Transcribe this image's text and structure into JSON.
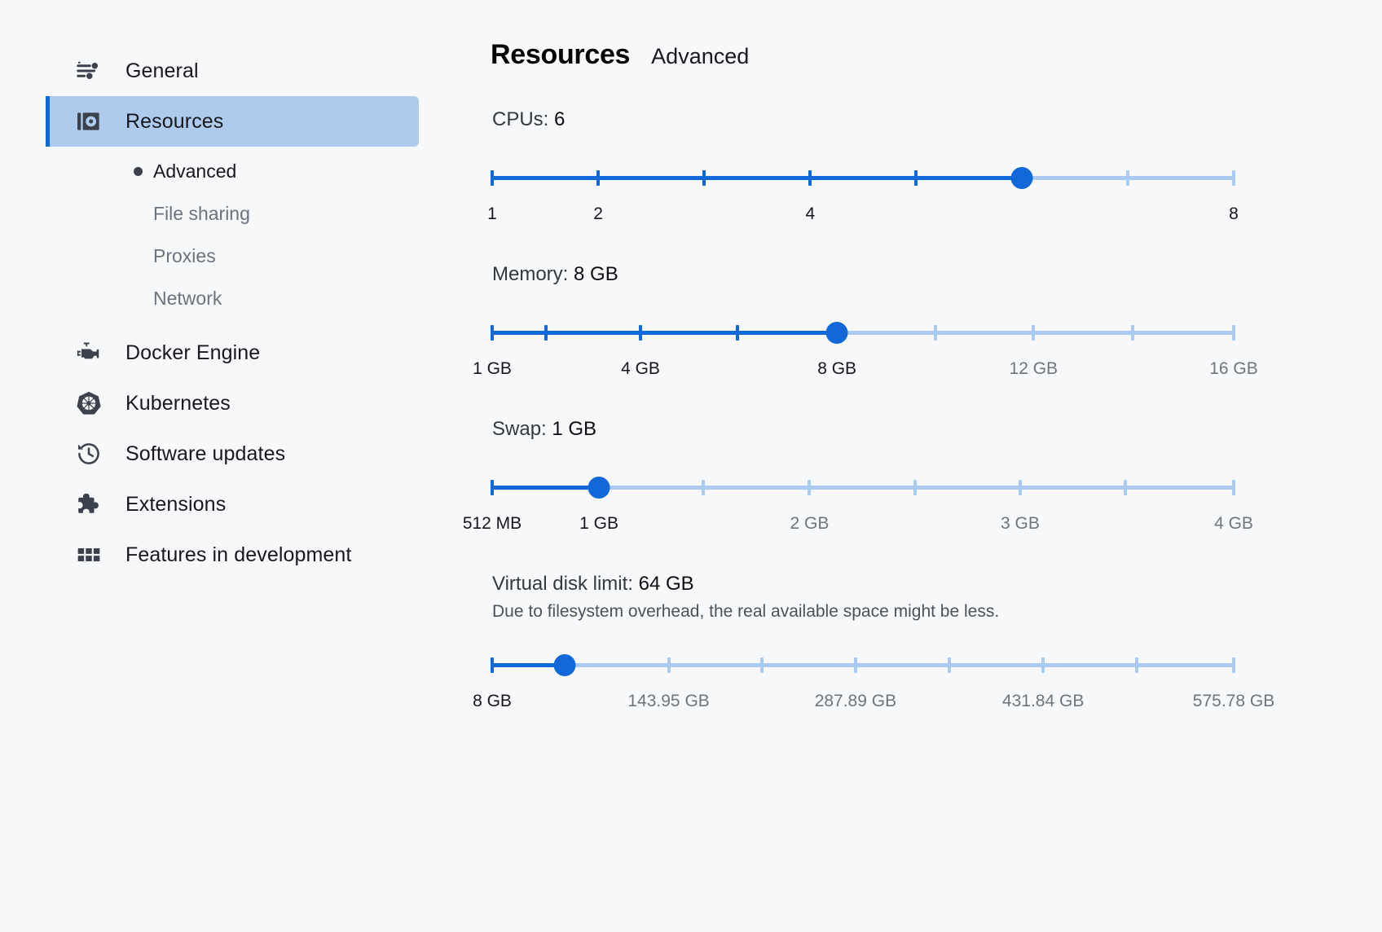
{
  "sidebar": {
    "items": [
      {
        "label": "General",
        "icon": "sliders-icon",
        "selected": false
      },
      {
        "label": "Resources",
        "icon": "resources-icon",
        "selected": true
      },
      {
        "label": "Docker Engine",
        "icon": "engine-icon",
        "selected": false
      },
      {
        "label": "Kubernetes",
        "icon": "kubernetes-icon",
        "selected": false
      },
      {
        "label": "Software updates",
        "icon": "history-clock-icon",
        "selected": false
      },
      {
        "label": "Extensions",
        "icon": "puzzle-piece-icon",
        "selected": false
      },
      {
        "label": "Features in development",
        "icon": "grid-icon",
        "selected": false
      }
    ],
    "subitems": [
      {
        "label": "Advanced",
        "active": true
      },
      {
        "label": "File sharing",
        "active": false
      },
      {
        "label": "Proxies",
        "active": false
      },
      {
        "label": "Network",
        "active": false
      }
    ]
  },
  "header": {
    "title": "Resources",
    "subtitle": "Advanced"
  },
  "colors": {
    "accent": "#1168d9",
    "track_inactive": "#a9cbf2",
    "selected_row": "#aecbee"
  },
  "sliders": [
    {
      "id": "cpus",
      "caption_label": "CPUs:",
      "caption_value": "6",
      "value": 6,
      "min": 1,
      "max": 8,
      "fill_percent": 71.4,
      "tick_percents": [
        0,
        14.3,
        28.6,
        42.9,
        57.1,
        71.4,
        85.7,
        100
      ],
      "labels": [
        {
          "text": "1",
          "percent": 0,
          "dim": false
        },
        {
          "text": "2",
          "percent": 14.3,
          "dim": false
        },
        {
          "text": "4",
          "percent": 42.9,
          "dim": false
        },
        {
          "text": "8",
          "percent": 100,
          "dim": false
        }
      ]
    },
    {
      "id": "memory",
      "caption_label": "Memory:",
      "caption_value": "8 GB",
      "value": 8,
      "min": 1,
      "max": 16,
      "unit": "GB",
      "fill_percent": 46.5,
      "tick_percents": [
        0,
        7.2,
        20.0,
        33.1,
        46.5,
        59.8,
        73.0,
        86.4,
        100
      ],
      "labels": [
        {
          "text": "1 GB",
          "percent": 0,
          "dim": false
        },
        {
          "text": "4 GB",
          "percent": 20.0,
          "dim": false
        },
        {
          "text": "8 GB",
          "percent": 46.5,
          "dim": false
        },
        {
          "text": "12 GB",
          "percent": 73.0,
          "dim": true
        },
        {
          "text": "16 GB",
          "percent": 100,
          "dim": true
        }
      ]
    },
    {
      "id": "swap",
      "caption_label": "Swap:",
      "caption_value": "1 GB",
      "value": 1,
      "min": 0.5,
      "max": 4,
      "unit": "GB",
      "fill_percent": 14.4,
      "tick_percents": [
        0,
        14.4,
        28.5,
        42.8,
        57.0,
        71.2,
        85.4,
        100
      ],
      "labels": [
        {
          "text": "512 MB",
          "percent": 0,
          "dim": false
        },
        {
          "text": "1 GB",
          "percent": 14.4,
          "dim": false
        },
        {
          "text": "2 GB",
          "percent": 42.8,
          "dim": true
        },
        {
          "text": "3 GB",
          "percent": 71.2,
          "dim": true
        },
        {
          "text": "4 GB",
          "percent": 100,
          "dim": true
        }
      ]
    },
    {
      "id": "virtual-disk-limit",
      "caption_label": "Virtual disk limit:",
      "caption_value": "64 GB",
      "description": "Due to filesystem overhead, the real available space might be less.",
      "value": 64,
      "min": 8,
      "max": 647.73,
      "unit": "GB",
      "fill_percent": 9.8,
      "tick_percents": [
        0,
        9.8,
        23.8,
        36.4,
        49.0,
        61.6,
        74.3,
        86.9,
        100
      ],
      "labels": [
        {
          "text": "8 GB",
          "percent": 0,
          "dim": false
        },
        {
          "text": "143.95 GB",
          "percent": 23.8,
          "dim": true
        },
        {
          "text": "287.89 GB",
          "percent": 49.0,
          "dim": true
        },
        {
          "text": "431.84 GB",
          "percent": 74.3,
          "dim": true
        },
        {
          "text": "575.78 GB",
          "percent": 100,
          "dim": true
        }
      ]
    }
  ]
}
